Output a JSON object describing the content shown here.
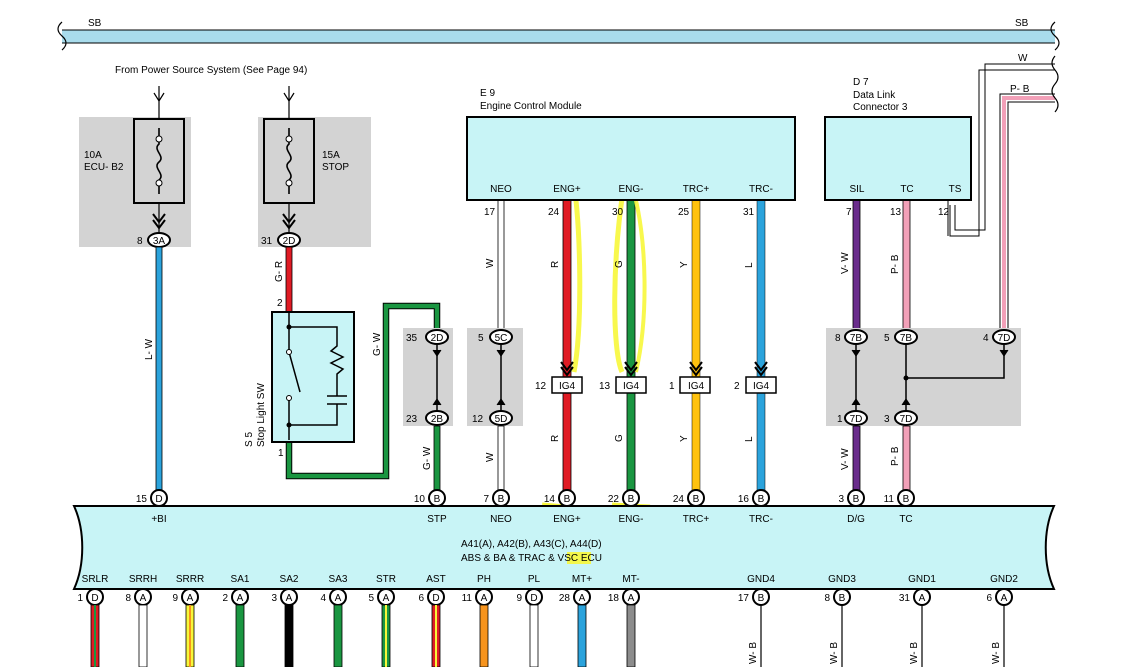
{
  "colors": {
    "bus_blue": "#a9dcec",
    "module_fill": "#c8f4f6",
    "gray_box": "#d3d3d3",
    "wire_red": "#e01b24",
    "wire_green": "#1a9641",
    "wire_yellow": "#ffc20e",
    "wire_blue": "#2ba3dc",
    "wire_purple": "#6a2c8c",
    "wire_pink": "#f2a0b8",
    "wire_orange": "#f7941d",
    "wire_gray": "#8c8c8c",
    "highlight": "#f7f73a"
  },
  "bus": {
    "left_label": "SB",
    "right_label": "SB"
  },
  "right_bus_labels": {
    "w": "W",
    "pb": "P- B"
  },
  "power_source_note": "From Power Source System (See Page 94)",
  "fuses": [
    {
      "amps": "10A",
      "name": "ECU- B2",
      "pin": "8",
      "connector": "3A",
      "wire": "L- W"
    },
    {
      "amps": "15A",
      "name": "STOP",
      "pin": "31",
      "connector": "2D",
      "wire": "G- R"
    }
  ],
  "stop_light_switch": {
    "id": "S 5",
    "name": "Stop Light SW",
    "pin_top": "2",
    "pin_bottom": "1",
    "wire_out": "G- W"
  },
  "ecm": {
    "id": "E 9",
    "name": "Engine Control Module",
    "terminals": [
      {
        "name": "NEO",
        "pin": "17",
        "wire": "W"
      },
      {
        "name": "ENG+",
        "pin": "24",
        "wire": "R"
      },
      {
        "name": "ENG-",
        "pin": "30",
        "wire": "G"
      },
      {
        "name": "TRC+",
        "pin": "25",
        "wire": "Y"
      },
      {
        "name": "TRC-",
        "pin": "31",
        "wire": "L"
      }
    ]
  },
  "dlc": {
    "id": "D 7",
    "name_line1": "Data Link",
    "name_line2": "Connector 3",
    "terminals": [
      {
        "name": "SIL",
        "pin": "7",
        "wire": "V- W"
      },
      {
        "name": "TC",
        "pin": "13",
        "wire": "P- B"
      },
      {
        "name": "TS",
        "pin": "12",
        "wire": ""
      }
    ]
  },
  "junction_connectors": [
    {
      "pin": "35",
      "connector": "2D"
    },
    {
      "pin": "23",
      "connector": "2B"
    },
    {
      "pin": "5",
      "connector": "5C"
    },
    {
      "pin": "12",
      "connector": "5D"
    },
    {
      "pin": "8",
      "connector": "7B"
    },
    {
      "pin": "5",
      "connector": "7B"
    },
    {
      "pin": "4",
      "connector": "7D"
    },
    {
      "pin": "1",
      "connector": "7D"
    },
    {
      "pin": "3",
      "connector": "7D"
    }
  ],
  "ig4_connectors": [
    {
      "pin": "12",
      "label": "IG4"
    },
    {
      "pin": "13",
      "label": "IG4"
    },
    {
      "pin": "1",
      "label": "IG4"
    },
    {
      "pin": "2",
      "label": "IG4"
    }
  ],
  "lower_wire_labels": [
    "G- W",
    "W",
    "R",
    "G",
    "Y",
    "L",
    "V- W",
    "P- B"
  ],
  "abs_ecu": {
    "line1": "A41(A), A42(B), A43(C), A44(D)",
    "line2_prefix": "ABS & BA & TRAC & ",
    "line2_highlight": "VSC",
    "line2_suffix": " ECU",
    "top_terminals": [
      {
        "pin": "15",
        "conn": "D",
        "name": "+BI"
      },
      {
        "pin": "10",
        "conn": "B",
        "name": "STP"
      },
      {
        "pin": "7",
        "conn": "B",
        "name": "NEO"
      },
      {
        "pin": "14",
        "conn": "B",
        "name": "ENG+"
      },
      {
        "pin": "22",
        "conn": "B",
        "name": "ENG-"
      },
      {
        "pin": "24",
        "conn": "B",
        "name": "TRC+"
      },
      {
        "pin": "16",
        "conn": "B",
        "name": "TRC-"
      },
      {
        "pin": "3",
        "conn": "B",
        "name": "D/G"
      },
      {
        "pin": "11",
        "conn": "B",
        "name": "TC"
      }
    ],
    "bottom_terminals": [
      {
        "pin": "1",
        "conn": "D",
        "name": "SRLR"
      },
      {
        "pin": "8",
        "conn": "A",
        "name": "SRRH"
      },
      {
        "pin": "9",
        "conn": "A",
        "name": "SRRR"
      },
      {
        "pin": "2",
        "conn": "A",
        "name": "SA1"
      },
      {
        "pin": "3",
        "conn": "A",
        "name": "SA2"
      },
      {
        "pin": "4",
        "conn": "A",
        "name": "SA3"
      },
      {
        "pin": "5",
        "conn": "A",
        "name": "STR"
      },
      {
        "pin": "6",
        "conn": "D",
        "name": "AST"
      },
      {
        "pin": "11",
        "conn": "A",
        "name": "PH"
      },
      {
        "pin": "9",
        "conn": "D",
        "name": "PL"
      },
      {
        "pin": "28",
        "conn": "A",
        "name": "MT+"
      },
      {
        "pin": "18",
        "conn": "A",
        "name": "MT-"
      },
      {
        "pin": "17",
        "conn": "B",
        "name": "GND4"
      },
      {
        "pin": "8",
        "conn": "B",
        "name": "GND3"
      },
      {
        "pin": "31",
        "conn": "A",
        "name": "GND1"
      },
      {
        "pin": "6",
        "conn": "A",
        "name": "GND2"
      }
    ],
    "ground_wire": "W- B"
  }
}
